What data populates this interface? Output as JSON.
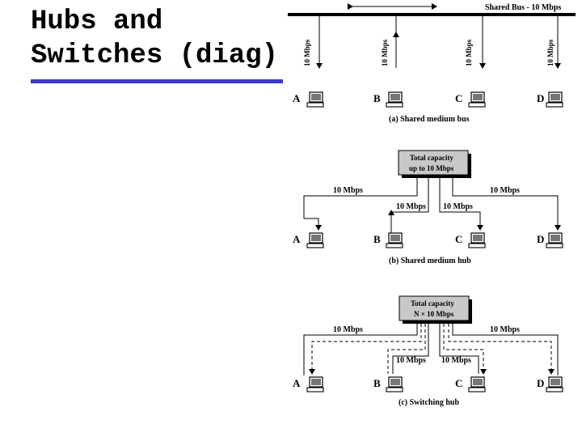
{
  "slide": {
    "title_line1": "Hubs and",
    "title_line2": "Switches (diag)",
    "accent_color": "#3a3ad0"
  },
  "figure": {
    "bus": {
      "bus_label": "Shared Bus - 10 Mbps",
      "rate_labels": [
        "10 Mbps",
        "10 Mbps",
        "10 Mbps",
        "10 Mbps"
      ],
      "stations": [
        "A",
        "B",
        "C",
        "D"
      ],
      "caption": "(a) Shared medium bus"
    },
    "shared_hub": {
      "hub_line1": "Total capacity",
      "hub_line2": "up to 10 Mbps",
      "rate_labels": [
        "10 Mbps",
        "10 Mbps",
        "10 Mbps",
        "10 Mbps"
      ],
      "stations": [
        "A",
        "B",
        "C",
        "D"
      ],
      "caption": "(b) Shared medium hub"
    },
    "switch_hub": {
      "hub_line1": "Total capacity",
      "hub_line2": "N × 10 Mbps",
      "rate_labels": [
        "10 Mbps",
        "10 Mbps",
        "10 Mbps",
        "10 Mbps"
      ],
      "stations": [
        "A",
        "B",
        "C",
        "D"
      ],
      "caption": "(c) Switching hub"
    }
  }
}
